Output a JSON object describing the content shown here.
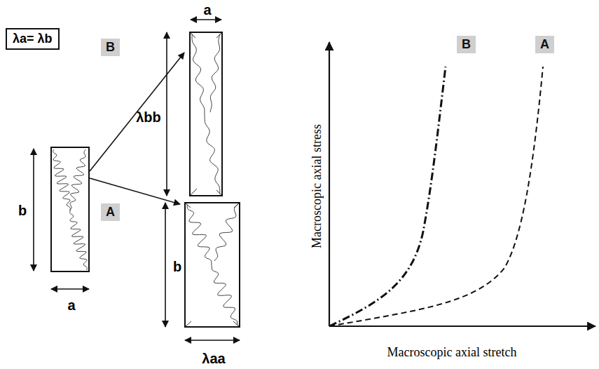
{
  "diagram": {
    "nodes": [
      {
        "text": [
          "λa= λb"
        ]
      },
      {
        "text": [
          "b",
          "a"
        ]
      },
      {
        "text": [
          "a",
          "λbb"
        ]
      },
      {
        "text": [
          "b",
          "λaa"
        ]
      }
    ],
    "edges": [
      {
        "from": 1,
        "to": 2,
        "arrow": "to",
        "label": "B"
      },
      {
        "from": 1,
        "to": 3,
        "arrow": "to",
        "label": "A"
      }
    ],
    "labels": [
      "Macroscopic axial stress",
      "Macroscopic axial stretch",
      "B",
      "A"
    ]
  }
}
